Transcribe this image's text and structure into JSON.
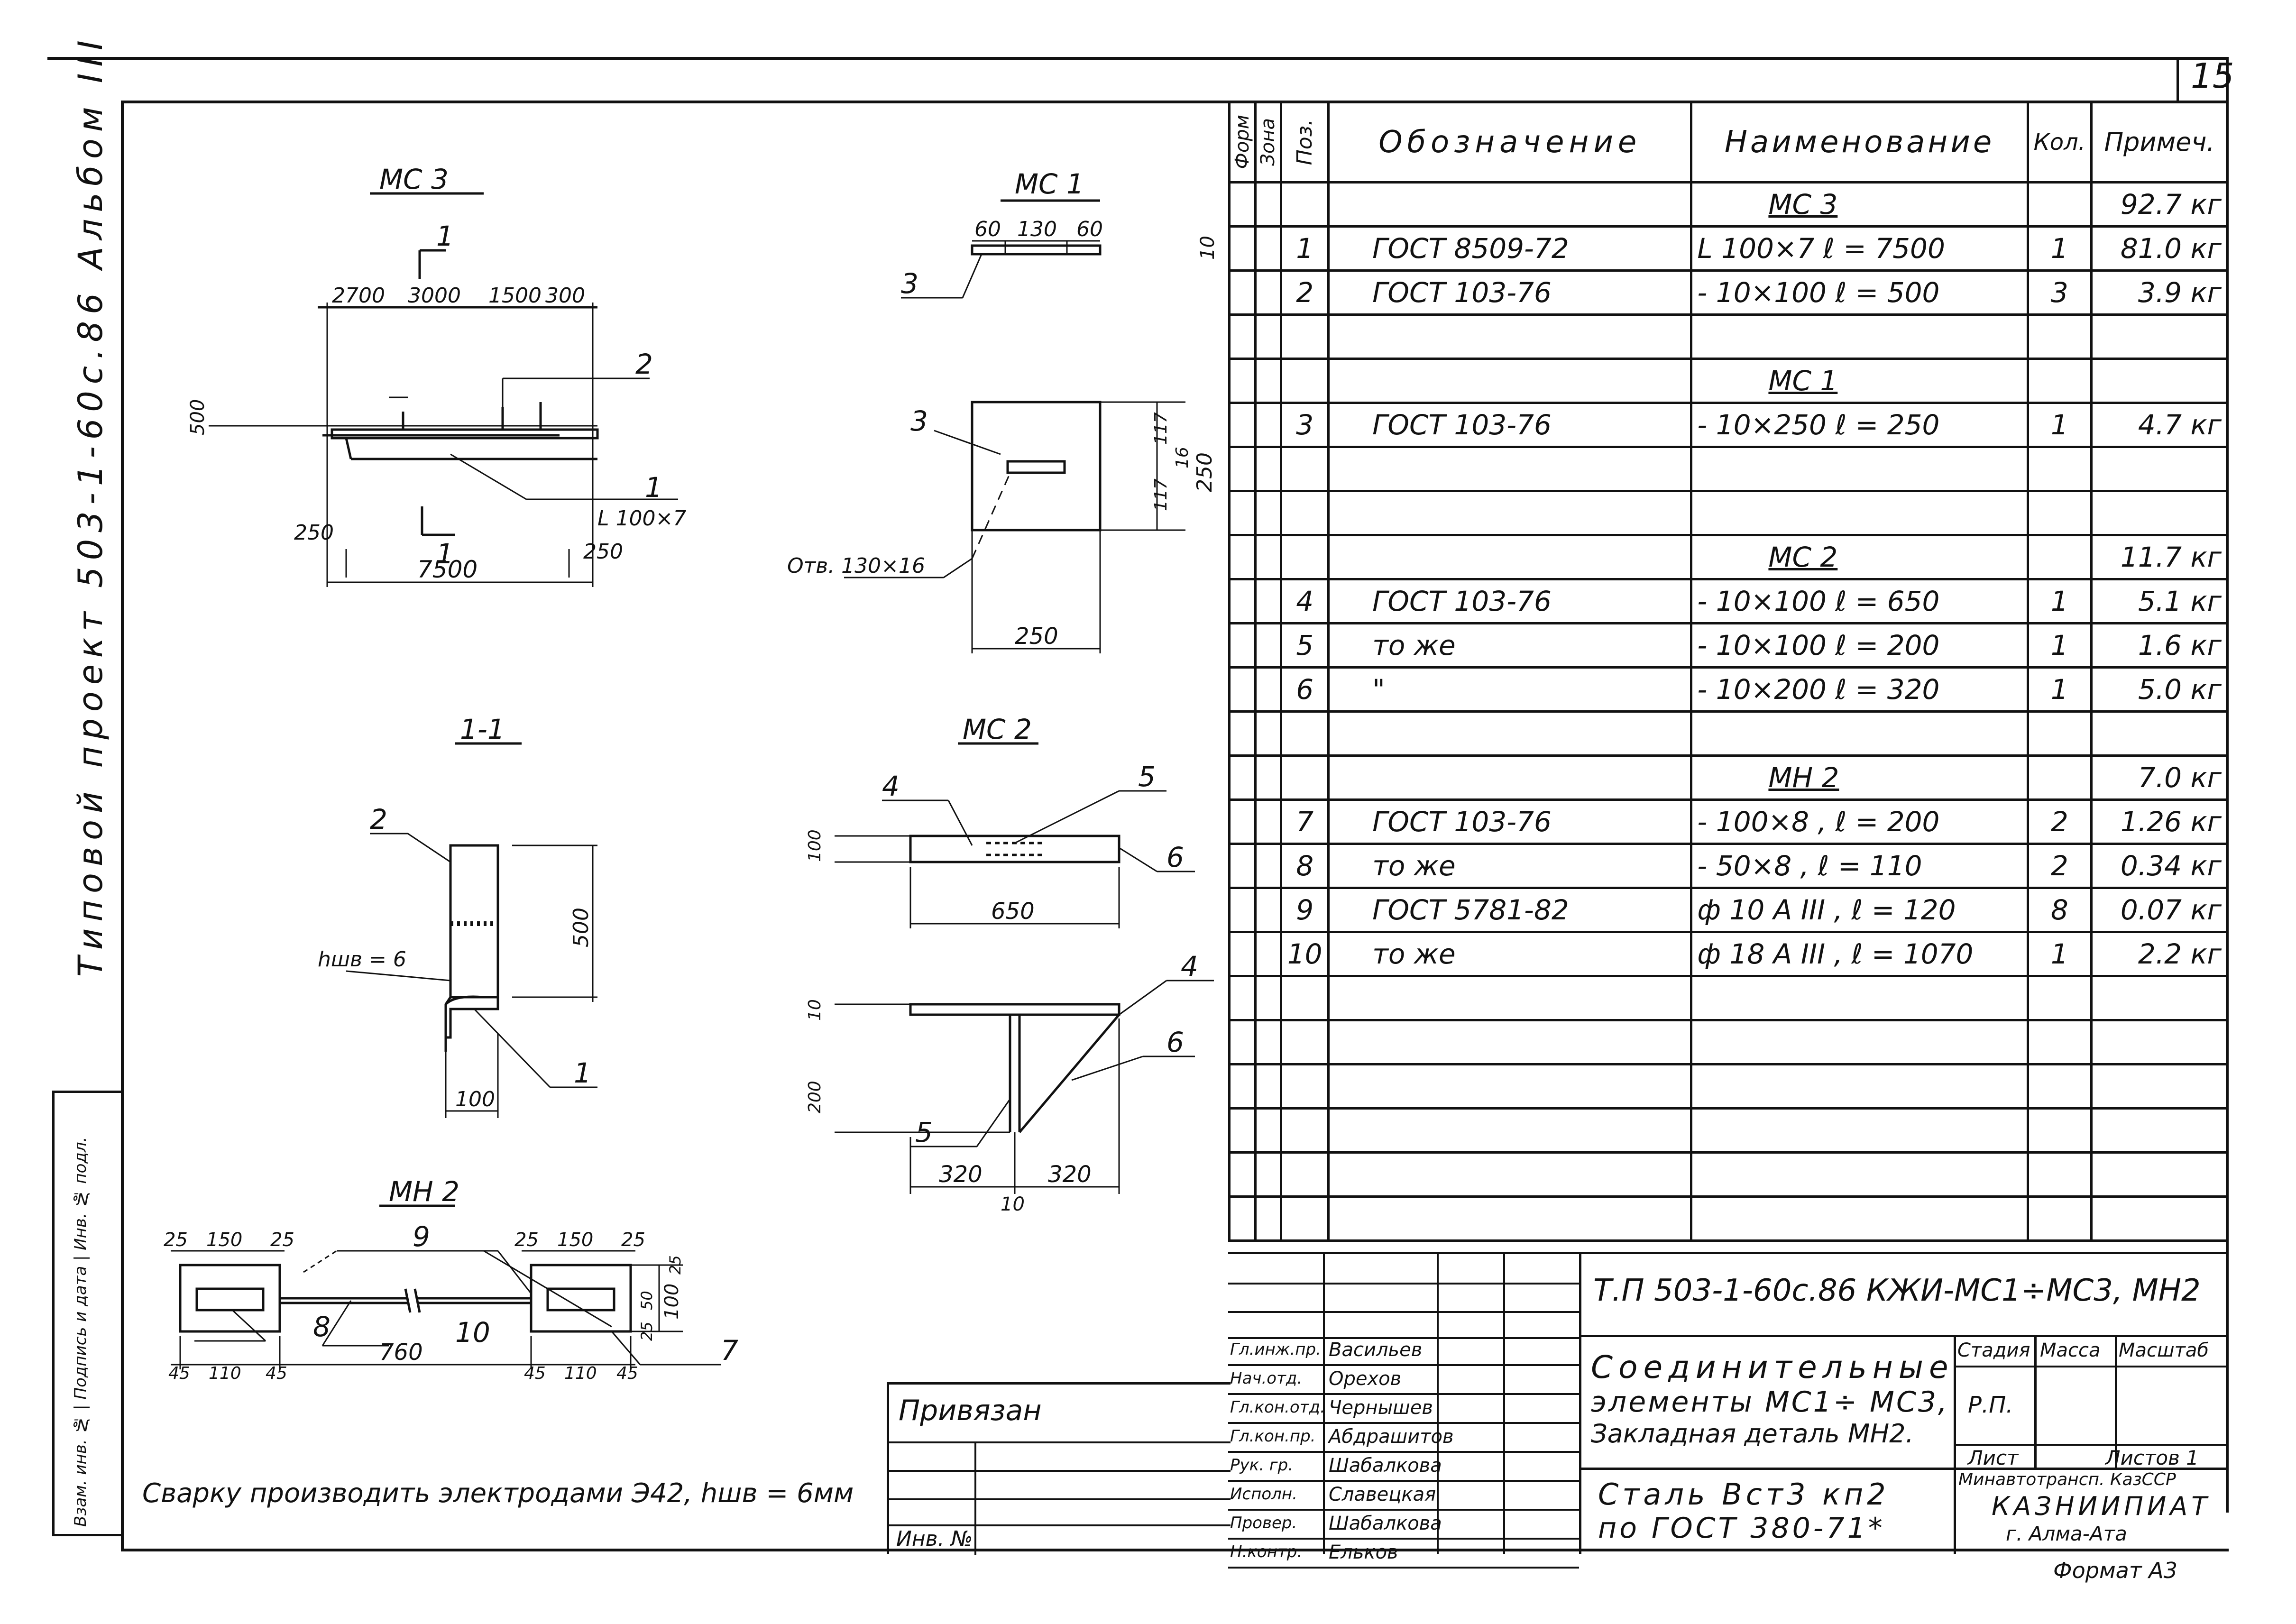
{
  "page_number": "15",
  "album_label": "Типовой проект 503-1-60с.86 Альбом III",
  "left_stamp": "Взам. инв. № | Подпись и дата | Инв. № подл.",
  "drawings": {
    "mc3": {
      "title": "МС 3",
      "section_mark": "1",
      "dims_top": [
        "2700",
        "3000",
        "1500",
        "300"
      ],
      "dim_height": "500",
      "pos_2": "2",
      "pos_1": "1",
      "angle": "L 100×7",
      "dim_left": "250",
      "dim_right": "250",
      "dim_total": "7500"
    },
    "mc1": {
      "title": "МС 1",
      "dims_top": [
        "60",
        "130",
        "60"
      ],
      "dim_thick": "10",
      "pos_3a": "3",
      "pos_3b": "3",
      "hole": "Отв. 130×16",
      "dims_side": [
        "117",
        "16",
        "117"
      ],
      "dim_side_total": "250",
      "dim_bottom": "250"
    },
    "section_1_1": {
      "title": "1-1",
      "pos_2": "2",
      "pos_1": "1",
      "weld": "hшв = 6",
      "dim_height": "500",
      "dim_width": "100"
    },
    "mc2": {
      "title": "МС 2",
      "pos_4": "4",
      "pos_5": "5",
      "pos_6": "6",
      "dim_height": "100",
      "dim_length": "650",
      "dims_lower_left": [
        "200",
        "10"
      ],
      "pos_4b": "4",
      "pos_6b": "6",
      "pos_5b": "5",
      "dims_bottom": [
        "320",
        "320"
      ],
      "dim_gap": "10"
    },
    "mh2": {
      "title": "МН 2",
      "dims_top_left": [
        "25",
        "150",
        "25"
      ],
      "pos_9": "9",
      "dims_top_right": [
        "25",
        "150",
        "25"
      ],
      "dims_right": [
        "25",
        "50",
        "25"
      ],
      "dim_right_total": "100",
      "dims_bottom_left": [
        "45",
        "110",
        "45"
      ],
      "dim_bottom_mid": "760",
      "dims_bottom_right": [
        "45",
        "110",
        "45"
      ],
      "pos_8": "8",
      "pos_10": "10",
      "pos_7": "7"
    }
  },
  "note": "Сварку производить электродами Э42,   hшв = 6мм",
  "spec_table": {
    "headers": [
      "Форм",
      "Зона",
      "Поз.",
      "Обозначение",
      "Наименование",
      "Кол.",
      "Примеч."
    ],
    "rows": [
      [
        "",
        "",
        "",
        "",
        "МС 3",
        "",
        "92.7 кг"
      ],
      [
        "",
        "",
        "1",
        "ГОСТ 8509-72",
        "L 100×7     ℓ = 7500",
        "1",
        "81.0 кг"
      ],
      [
        "",
        "",
        "2",
        "ГОСТ   103-76",
        "- 10×100     ℓ = 500",
        "3",
        "3.9 кг"
      ],
      [
        "",
        "",
        "",
        "",
        "",
        "",
        ""
      ],
      [
        "",
        "",
        "",
        "",
        "МС 1",
        "",
        ""
      ],
      [
        "",
        "",
        "3",
        "ГОСТ 103-76",
        "- 10×250     ℓ = 250",
        "1",
        "4.7 кг"
      ],
      [
        "",
        "",
        "",
        "",
        "",
        "",
        ""
      ],
      [
        "",
        "",
        "",
        "",
        "",
        "",
        ""
      ],
      [
        "",
        "",
        "",
        "",
        "МС 2",
        "",
        "11.7 кг"
      ],
      [
        "",
        "",
        "4",
        "ГОСТ   103-76",
        "- 10×100     ℓ = 650",
        "1",
        "5.1 кг"
      ],
      [
        "",
        "",
        "5",
        "то   же",
        "- 10×100     ℓ = 200",
        "1",
        "1.6 кг"
      ],
      [
        "",
        "",
        "6",
        "\"",
        "- 10×200     ℓ = 320",
        "1",
        "5.0 кг"
      ],
      [
        "",
        "",
        "",
        "",
        "",
        "",
        ""
      ],
      [
        "",
        "",
        "",
        "",
        "МН 2",
        "",
        "7.0 кг"
      ],
      [
        "",
        "",
        "7",
        "ГОСТ 103-76",
        "- 100×8 ,  ℓ = 200",
        "2",
        "1.26 кг"
      ],
      [
        "",
        "",
        "8",
        "то  же",
        "- 50×8 ,  ℓ = 110",
        "2",
        "0.34 кг"
      ],
      [
        "",
        "",
        "9",
        "ГОСТ 5781-82",
        "ф 10 А III ,   ℓ = 120",
        "8",
        "0.07 кг"
      ],
      [
        "",
        "",
        "10",
        "то   же",
        "ф 18 А III ,   ℓ = 1070",
        "1",
        "2.2 кг"
      ]
    ]
  },
  "title_block": {
    "code": "Т.П  503-1-60с.86    КЖИ-МС1÷МС3, МН2",
    "title_lines": [
      "Соединительные",
      "элементы МС1÷ МС3,",
      "Закладная деталь МН2."
    ],
    "material_lines": [
      "Сталь Вст3 кп2",
      "по ГОСТ 380-71*"
    ],
    "stage_header": "Стадия",
    "mass_header": "Масса",
    "scale_header": "Масштаб",
    "stage": "Р.П.",
    "sheet": "Лист",
    "sheets": "Листов 1",
    "org_lines": [
      "Минавтотрансп. КазССР",
      "КАЗНИИПИАТ",
      "г. Алма-Ата"
    ],
    "format": "Формат А3",
    "bound": "Привязан",
    "inv": "Инв. №",
    "roles": [
      {
        "role": "Гл.инж.пр.",
        "name": "Васильев"
      },
      {
        "role": "Нач.отд.",
        "name": "Орехов"
      },
      {
        "role": "Гл.кон.отд.",
        "name": "Чернышев"
      },
      {
        "role": "Гл.кон.пр.",
        "name": "Абдрашитов"
      },
      {
        "role": "Рук. гр.",
        "name": "Шабалкова"
      },
      {
        "role": "Исполн.",
        "name": "Славецкая"
      },
      {
        "role": "Провер.",
        "name": "Шабалкова"
      },
      {
        "role": "Н.контр.",
        "name": "Ельков"
      }
    ]
  }
}
